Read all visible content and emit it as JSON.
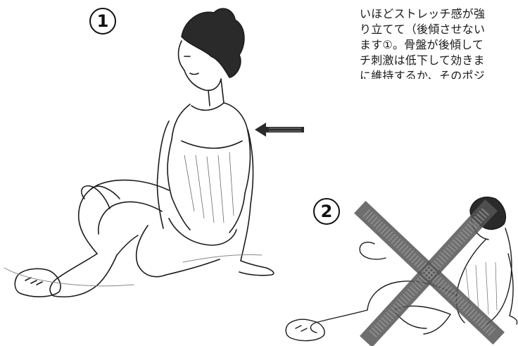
{
  "figure1": {
    "number": "1"
  },
  "figure2": {
    "number": "2"
  },
  "text_lines": [
    "いほどストレッチ感が強",
    "り立てて（後傾させない",
    "ます①。骨盤が後傾して",
    "チ刺激は低下して効きま",
    "に維持するか、そのポジ"
  ]
}
